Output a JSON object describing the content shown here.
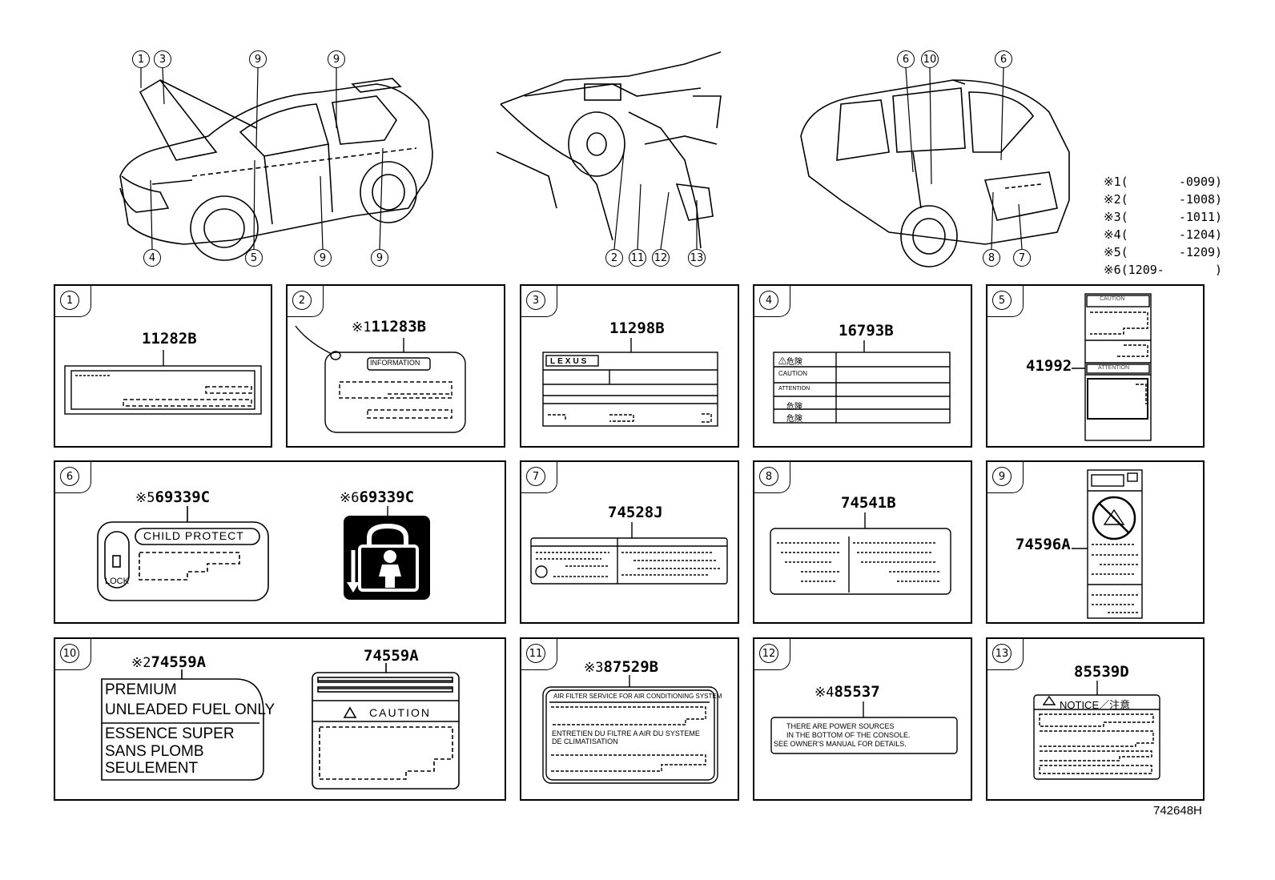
{
  "callouts": {
    "front_car": [
      "1",
      "3",
      "9",
      "9",
      "4",
      "5",
      "9",
      "9"
    ],
    "interior": [
      "2",
      "11",
      "12",
      "13"
    ],
    "rear_car": [
      "6",
      "10",
      "6",
      "8",
      "7"
    ]
  },
  "legend": [
    {
      "mark": "※1",
      "range": "(       -0909)"
    },
    {
      "mark": "※2",
      "range": "(       -1008)"
    },
    {
      "mark": "※3",
      "range": "(       -1011)"
    },
    {
      "mark": "※4",
      "range": "(       -1204)"
    },
    {
      "mark": "※5",
      "range": "(       -1209)"
    },
    {
      "mark": "※6",
      "range": "(1209-       )"
    }
  ],
  "panels": [
    {
      "num": "1",
      "part": "11282B",
      "note": ""
    },
    {
      "num": "2",
      "part": "11283B",
      "note": "※1"
    },
    {
      "num": "3",
      "part": "11298B",
      "note": ""
    },
    {
      "num": "4",
      "part": "16793B",
      "note": ""
    },
    {
      "num": "5",
      "part": "41992",
      "note": ""
    },
    {
      "num": "6",
      "part_a": "69339C",
      "note_a": "※5",
      "part_b": "69339C",
      "note_b": "※6"
    },
    {
      "num": "7",
      "part": "74528J",
      "note": ""
    },
    {
      "num": "8",
      "part": "74541B",
      "note": ""
    },
    {
      "num": "9",
      "part": "74596A",
      "note": ""
    },
    {
      "num": "10",
      "part_a": "74559A",
      "note_a": "※2",
      "part_b": "74559A"
    },
    {
      "num": "11",
      "part": "87529B",
      "note": "※3"
    },
    {
      "num": "12",
      "part": "85537",
      "note": "※4"
    },
    {
      "num": "13",
      "part": "85539D",
      "note": ""
    }
  ],
  "label_text": {
    "info_tag": "INFORMATION",
    "lexus": "LEXUS",
    "p4_rows": [
      "⚠危険",
      "CAUTION",
      "ATTENTION",
      "危険",
      "危険"
    ],
    "p5_caution": "CAUTION",
    "p5_attention": "ATTENTION",
    "child_protect": "CHILD PROTECT",
    "lock": "LOCK",
    "fuel_lines": [
      "PREMIUM",
      "UNLEADED FUEL ONLY",
      "ESSENCE SUPER",
      "SANS PLOMB",
      "SEULEMENT"
    ],
    "caution": "CAUTION",
    "air_filter_title": "AIR FILTER SERVICE FOR AIR CONDITIONING SYSTEM",
    "air_filter_fr": "ENTRETIEN DU FILTRE A AIR DU SYSTEME DE CLIMATISATION",
    "power_lines": [
      "THERE ARE POWER SOURCES",
      "IN THE BOTTOM OF THE CONSOLE.",
      "SEE OWNER'S MANUAL FOR DETAILS."
    ],
    "notice": "NOTICE／注意"
  },
  "footer_code": "742648H"
}
